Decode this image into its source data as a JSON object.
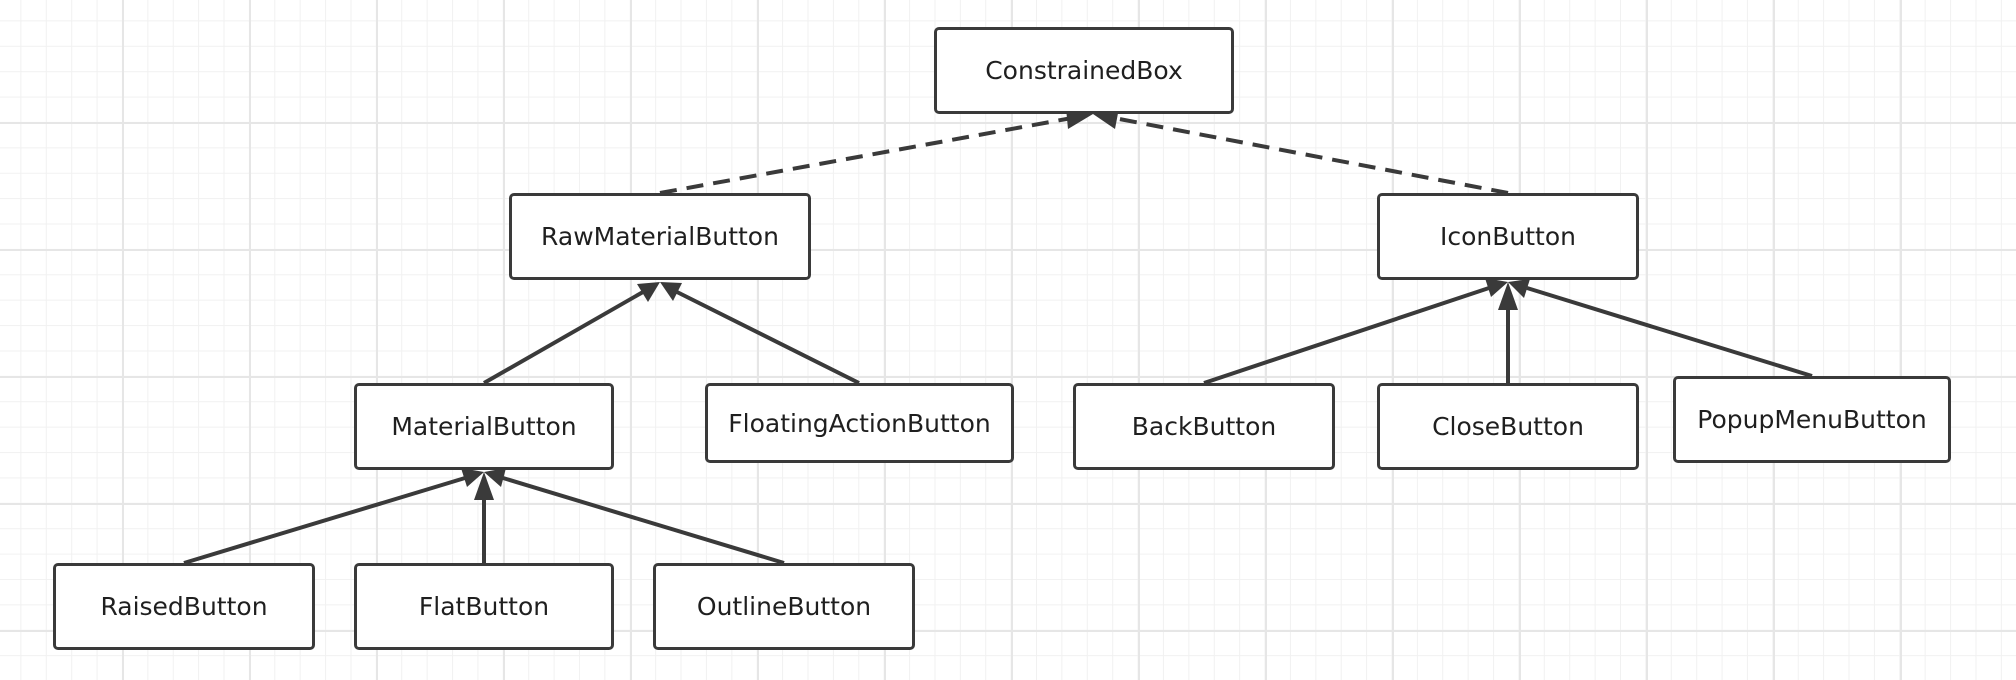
{
  "nodes": {
    "constrained_box": "ConstrainedBox",
    "raw_material_button": "RawMaterialButton",
    "icon_button": "IconButton",
    "material_button": "MaterialButton",
    "floating_action_button": "FloatingActionButton",
    "back_button": "BackButton",
    "close_button": "CloseButton",
    "popup_menu_button": "PopupMenuButton",
    "raised_button": "RaisedButton",
    "flat_button": "FlatButton",
    "outline_button": "OutlineButton"
  },
  "edges": [
    {
      "from": "raw_material_button",
      "to": "constrained_box",
      "style": "dashed"
    },
    {
      "from": "icon_button",
      "to": "constrained_box",
      "style": "dashed"
    },
    {
      "from": "material_button",
      "to": "raw_material_button",
      "style": "solid"
    },
    {
      "from": "floating_action_button",
      "to": "raw_material_button",
      "style": "solid"
    },
    {
      "from": "back_button",
      "to": "icon_button",
      "style": "solid"
    },
    {
      "from": "close_button",
      "to": "icon_button",
      "style": "solid"
    },
    {
      "from": "popup_menu_button",
      "to": "icon_button",
      "style": "solid"
    },
    {
      "from": "raised_button",
      "to": "material_button",
      "style": "solid"
    },
    {
      "from": "flat_button",
      "to": "material_button",
      "style": "solid"
    },
    {
      "from": "outline_button",
      "to": "material_button",
      "style": "solid"
    }
  ],
  "colors": {
    "stroke": "#3a3a3a",
    "text": "#1f1f1f"
  }
}
